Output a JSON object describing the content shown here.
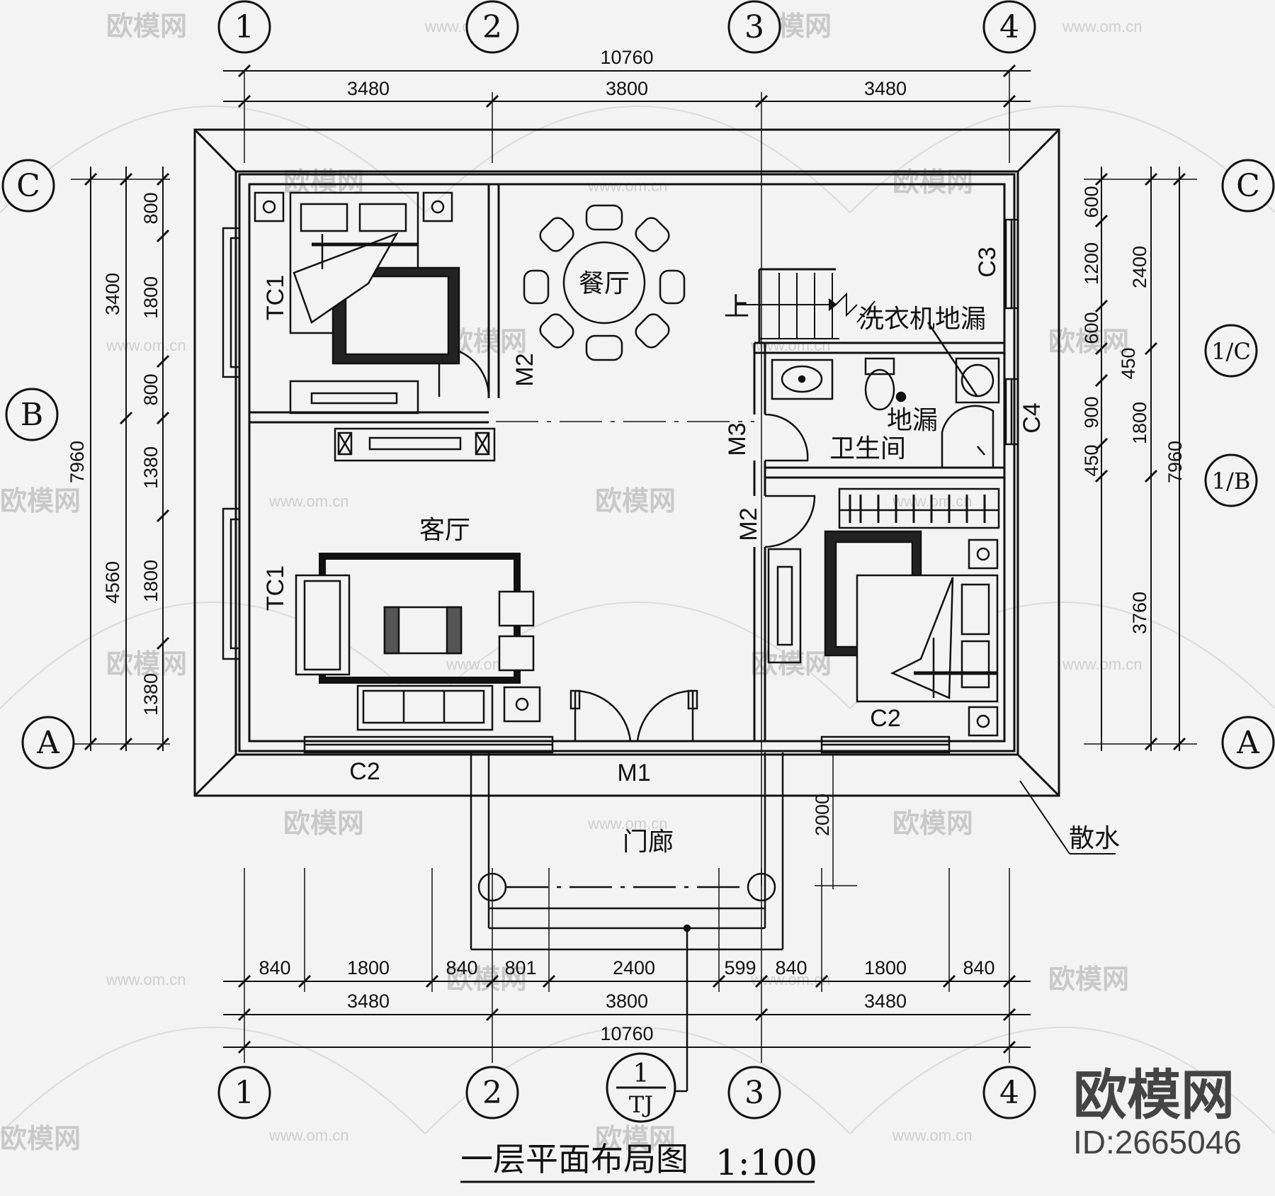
{
  "title": "一层平面布局图",
  "scale": "1:100",
  "axes": {
    "top": [
      "1",
      "2",
      "3",
      "4"
    ],
    "bottom": [
      "1",
      "2",
      "3",
      "4"
    ],
    "left": [
      "C",
      "B",
      "A"
    ],
    "right": [
      "C",
      "1/C",
      "1/B",
      "A"
    ],
    "index_mark": {
      "number": "1",
      "sheet": "TJ"
    }
  },
  "dimensions": {
    "top_total": "10760",
    "top_bays": [
      "3480",
      "3800",
      "3480"
    ],
    "bottom_detail": [
      "840",
      "1800",
      "840",
      "801",
      "2400",
      "599",
      "840",
      "1800",
      "840"
    ],
    "bottom_bays": [
      "3480",
      "3800",
      "3480"
    ],
    "bottom_total": "10760",
    "left_total": "7960",
    "left_bays": [
      "3400",
      "4560"
    ],
    "left_detail": [
      "800",
      "1800",
      "800",
      "1380",
      "1800",
      "1380"
    ],
    "right_outer": [
      "2400",
      "1800",
      "3760"
    ],
    "right_total": "7960",
    "right_detail": [
      "600",
      "1200",
      "600",
      "450",
      "900",
      "450"
    ],
    "porch_depth": "2000"
  },
  "rooms": {
    "dining": "餐厅",
    "living": "客厅",
    "bathroom": "卫生间",
    "porch": "门廊",
    "laundry_drain": "洗衣机地漏",
    "floor_drain": "地漏",
    "apron": "散水",
    "stair_up": "上"
  },
  "openings": {
    "tc1_top": "TC1",
    "tc1_bottom": "TC1",
    "m2_left": "M2",
    "m2_right": "M2",
    "m3": "M3",
    "m1": "M1",
    "c2_left": "C2",
    "c2_right": "C2",
    "c3": "C3",
    "c4": "C4"
  },
  "watermark": {
    "brand": "欧模网",
    "url": "www.om.cn",
    "id": "ID:2665046"
  }
}
